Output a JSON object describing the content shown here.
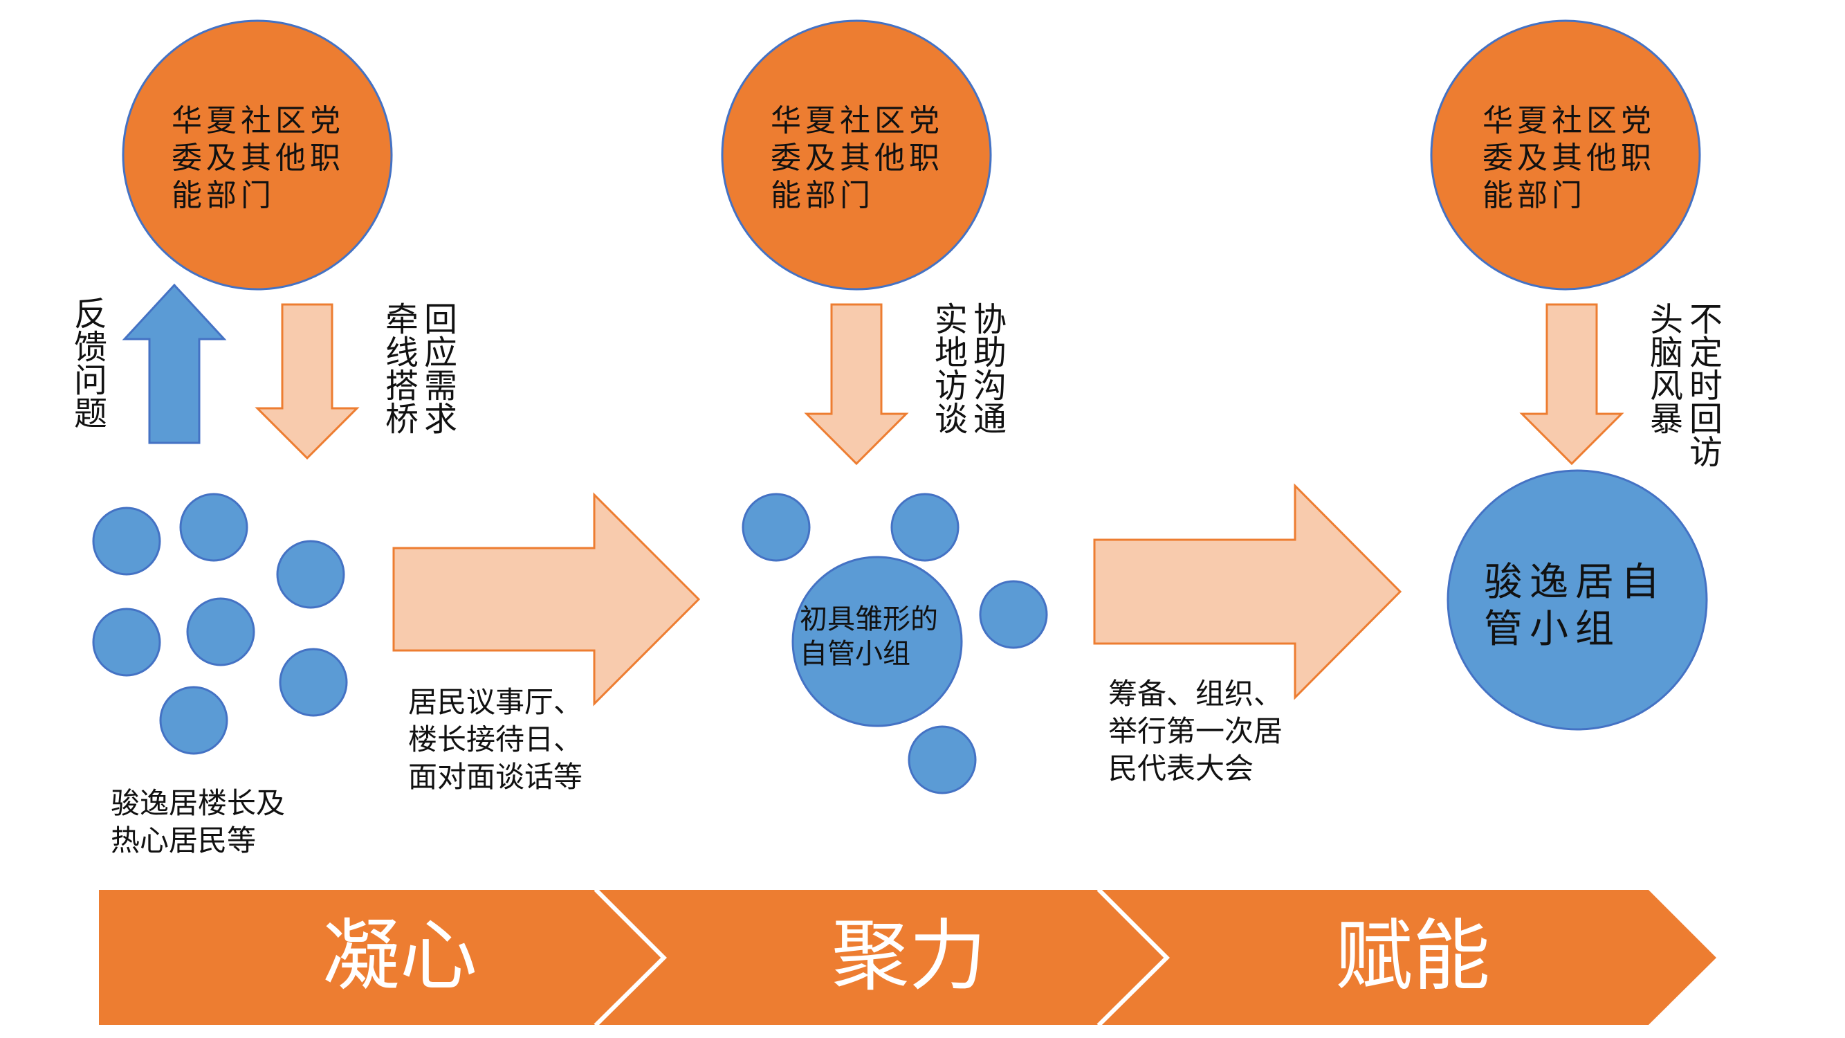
{
  "colors": {
    "orange": "#ED7D31",
    "light_orange_fill": "#F8CBAD",
    "blue": "#5B9BD5",
    "circle_stroke": "#4472C4",
    "white": "#FFFFFF"
  },
  "top_circles": [
    {
      "line1": "华夏社区党",
      "line2": "委及其他职",
      "line3": "能部门"
    },
    {
      "line1": "华夏社区党",
      "line2": "委及其他职",
      "line3": "能部门"
    },
    {
      "line1": "华夏社区党",
      "line2": "委及其他职",
      "line3": "能部门"
    }
  ],
  "vertical_labels": {
    "feedback": "反馈问题",
    "respond": "回应需求",
    "bridge": "牵线搭桥",
    "assist": "协助沟通",
    "visit_talk": "实地访谈",
    "irregular_visit": "不定时回访",
    "brainstorm": "头脑风暴"
  },
  "left_caption": {
    "line1": "骏逸居楼长及",
    "line2": "热心居民等"
  },
  "arrow1_caption": {
    "line1": "居民议事厅、",
    "line2": "楼长接待日、",
    "line3": "面对面谈话等"
  },
  "middle_center": {
    "line1": "初具雏形的",
    "line2": "自管小组"
  },
  "arrow2_caption": {
    "line1": "筹备、组织、",
    "line2": "举行第一次居",
    "line3": "民代表大会"
  },
  "final_circle": {
    "line1": "骏逸居自",
    "line2": "管小组"
  },
  "stages": [
    "凝心",
    "聚力",
    "赋能"
  ],
  "icons": {
    "up_arrow": "feedback-up-arrow-icon",
    "down_arrow": "down-arrow-icon",
    "right_arrow": "right-arrow-icon"
  }
}
